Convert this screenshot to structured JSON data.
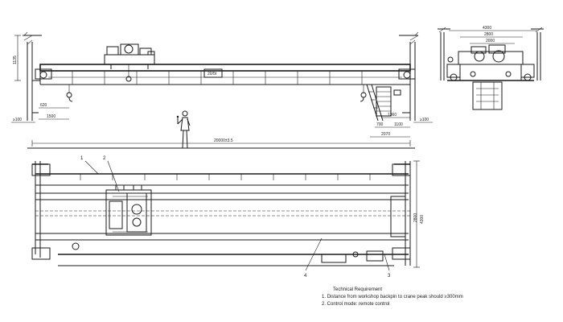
{
  "front_view": {
    "capacity_label": "20/5t",
    "dim_height_left": "1135",
    "dim_hook_left": "620",
    "dim_end_left": "1500",
    "dim_clear_left": "≥100",
    "dim_clear_right": "≥100",
    "dim_span": "20000±3.5",
    "dim_cab_1": "1360",
    "dim_cab_2": "700",
    "dim_cab_3": "1100",
    "dim_cab_4": "2070"
  },
  "side_view": {
    "dim_overall": "4300",
    "dim_gauge": "2800",
    "dim_inner": "2000"
  },
  "plan_view": {
    "dim_wheelbase": "4300",
    "dim_trolley_gauge": "2800",
    "callouts": [
      "1",
      "2",
      "3",
      "4"
    ]
  },
  "technical_requirements": {
    "title": "Technical Requirement",
    "items": [
      "1. Distance from workshop backpin to crane peak should ≥300mm",
      "2. Control mode: remote control"
    ]
  }
}
